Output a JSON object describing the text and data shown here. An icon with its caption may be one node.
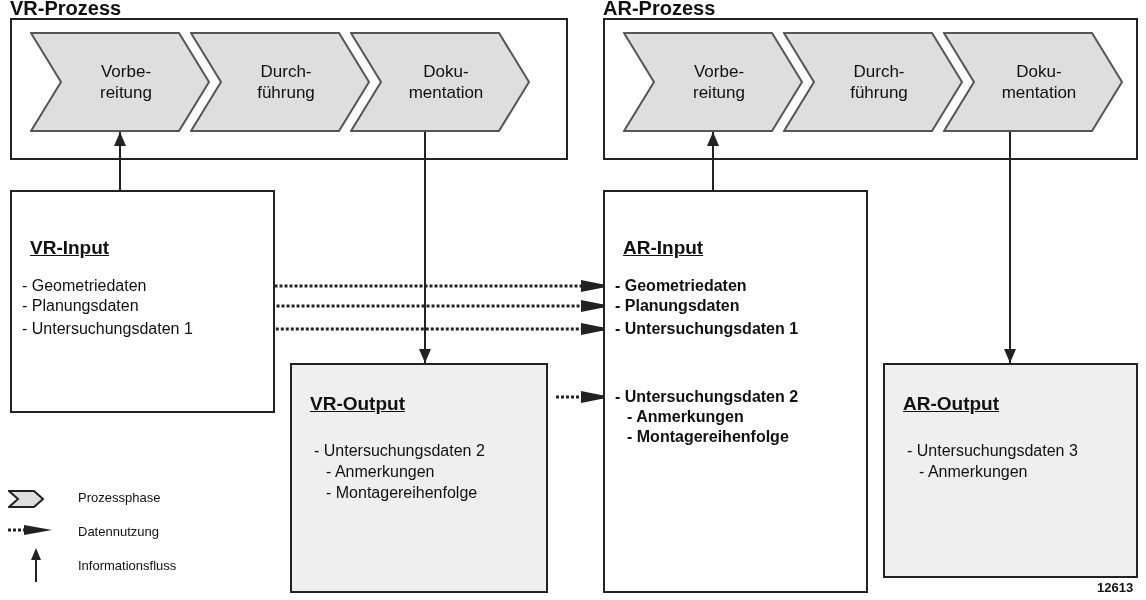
{
  "diagram": {
    "nodes": [
      {
        "text": [
          "VR-Prozess"
        ]
      },
      {
        "text": [
          "Vorbe- reitung"
        ],
        "in": 0
      },
      {
        "text": [
          "Durch- führung"
        ],
        "in": 0
      },
      {
        "text": [
          "Doku- mentation"
        ],
        "in": 0
      },
      {
        "text": [
          "AR-Prozess"
        ]
      },
      {
        "text": [
          "Vorbe- reitung"
        ],
        "in": 4
      },
      {
        "text": [
          "Durch- führung"
        ],
        "in": 4
      },
      {
        "text": [
          "Doku- mentation"
        ],
        "in": 4
      },
      {
        "text": [
          "VR-Input"
        ]
      },
      {
        "text": [
          "- Geometriedaten"
        ],
        "in": 8
      },
      {
        "text": [
          "- Planungsdaten"
        ],
        "in": 8
      },
      {
        "text": [
          "- Untersuchungsdaten 1"
        ],
        "in": 8
      },
      {
        "text": [
          "VR-Output",
          "- Untersuchungsdaten 2",
          "- Anmerkungen",
          "- Montagereihenfolge"
        ]
      },
      {
        "text": [
          "AR-Input"
        ]
      },
      {
        "text": [
          "- Geometriedaten"
        ],
        "in": 13
      },
      {
        "text": [
          "- Planungsdaten"
        ],
        "in": 13
      },
      {
        "text": [
          "- Untersuchungsdaten 1"
        ],
        "in": 13
      },
      {
        "text": [
          "- Untersuchungsdaten 2",
          "- Anmerkungen",
          "- Montagereihenfolge"
        ],
        "in": 13
      },
      {
        "text": [
          "AR-Output",
          "- Untersuchungsdaten 3",
          "- Anmerkungen"
        ]
      }
    ],
    "edges": [
      {
        "from": 8,
        "to": 1,
        "arrow": "to"
      },
      {
        "from": 3,
        "to": 12,
        "arrow": "to"
      },
      {
        "from": 13,
        "to": 5,
        "arrow": "to"
      },
      {
        "from": 7,
        "to": 18,
        "arrow": "to"
      },
      {
        "from": 9,
        "to": 14,
        "arrow": "to",
        "style": "dashed"
      },
      {
        "from": 10,
        "to": 15,
        "arrow": "to",
        "style": "dashed"
      },
      {
        "from": 11,
        "to": 16,
        "arrow": "to",
        "style": "dashed"
      },
      {
        "from": 12,
        "to": 17,
        "arrow": "to",
        "style": "dashed"
      }
    ],
    "labels": [
      "12613"
    ],
    "legend": [
      {
        "text": "Prozessphase"
      },
      {
        "text": "Datennutzung"
      },
      {
        "text": "Informationsfluss"
      }
    ]
  }
}
